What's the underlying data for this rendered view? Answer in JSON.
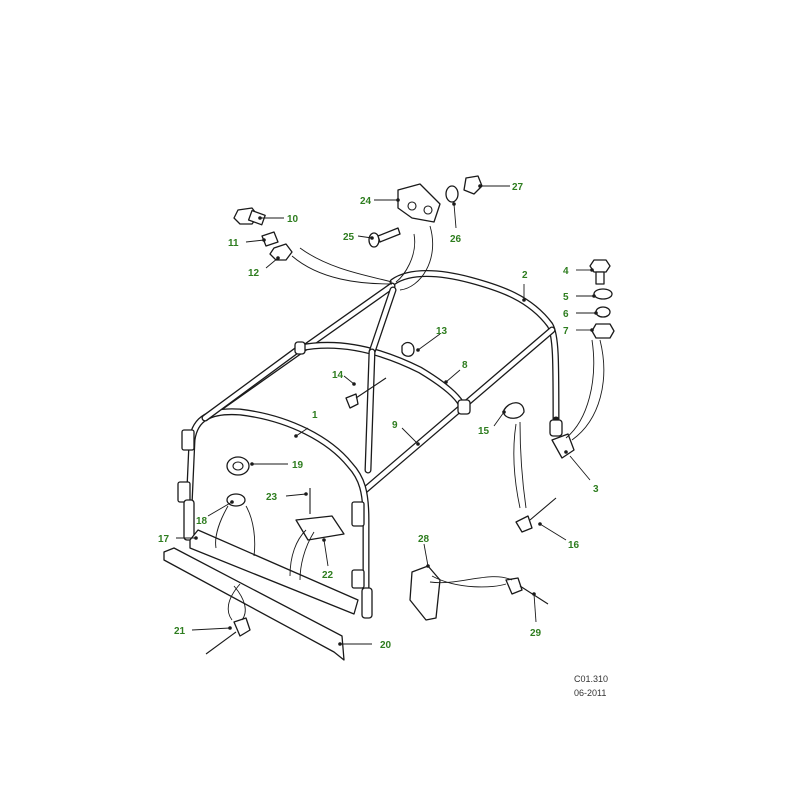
{
  "callouts": [
    {
      "id": "1",
      "label": "1"
    },
    {
      "id": "2",
      "label": "2"
    },
    {
      "id": "3",
      "label": "3"
    },
    {
      "id": "4",
      "label": "4"
    },
    {
      "id": "5",
      "label": "5"
    },
    {
      "id": "6",
      "label": "6"
    },
    {
      "id": "7",
      "label": "7"
    },
    {
      "id": "8",
      "label": "8"
    },
    {
      "id": "9",
      "label": "9"
    },
    {
      "id": "10",
      "label": "10"
    },
    {
      "id": "11",
      "label": "11"
    },
    {
      "id": "12",
      "label": "12"
    },
    {
      "id": "13",
      "label": "13"
    },
    {
      "id": "14",
      "label": "14"
    },
    {
      "id": "15",
      "label": "15"
    },
    {
      "id": "16",
      "label": "16"
    },
    {
      "id": "17",
      "label": "17"
    },
    {
      "id": "18",
      "label": "18"
    },
    {
      "id": "19",
      "label": "19"
    },
    {
      "id": "20",
      "label": "20"
    },
    {
      "id": "21",
      "label": "21"
    },
    {
      "id": "22",
      "label": "22"
    },
    {
      "id": "23",
      "label": "23"
    },
    {
      "id": "24",
      "label": "24"
    },
    {
      "id": "25",
      "label": "25"
    },
    {
      "id": "26",
      "label": "26"
    },
    {
      "id": "27",
      "label": "27"
    },
    {
      "id": "28",
      "label": "28"
    },
    {
      "id": "29",
      "label": "29"
    }
  ],
  "reference": {
    "code": "C01.310",
    "date": "06-2011"
  },
  "colors": {
    "callout": "#2e7d1f",
    "line": "#1a1a1a"
  }
}
